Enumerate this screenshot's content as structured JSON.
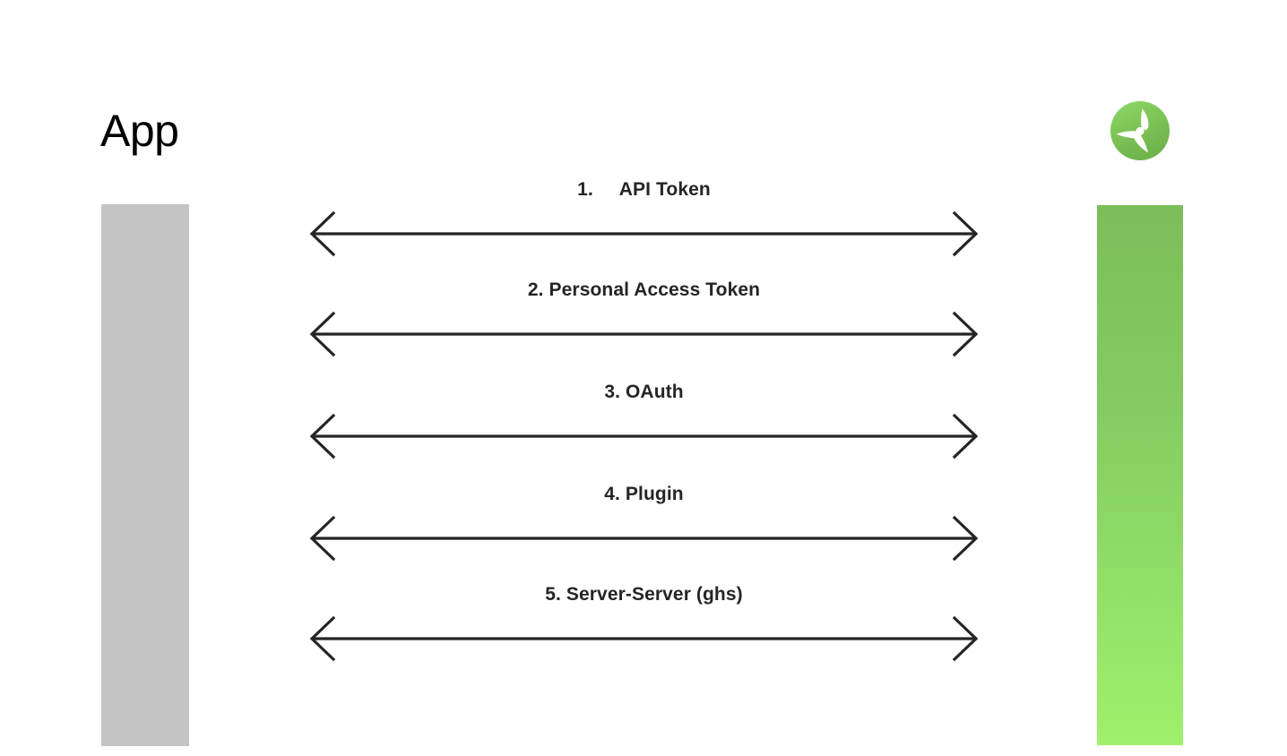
{
  "diagram": {
    "type": "sequence-diagram",
    "background_color": "#ffffff",
    "title": "App"
  },
  "actors": {
    "left": {
      "label": "App",
      "lifeline_color": "#c4c4c4",
      "icon": "gray-bar"
    },
    "right": {
      "label": "",
      "lifeline_gradient_top": "#7cbe5a",
      "lifeline_gradient_bottom": "#a0f06c",
      "icon": "propeller-logo-icon"
    }
  },
  "messages": [
    {
      "number": "1.",
      "label": "1.     API Token",
      "direction": "bidirectional"
    },
    {
      "number": "2.",
      "label": "2. Personal Access Token",
      "direction": "bidirectional"
    },
    {
      "number": "3.",
      "label": "3. OAuth",
      "direction": "bidirectional"
    },
    {
      "number": "4.",
      "label": "4. Plugin",
      "direction": "bidirectional"
    },
    {
      "number": "5.",
      "label": "5. Server-Server (ghs)",
      "direction": "bidirectional"
    }
  ],
  "colors": {
    "arrow": "#252525",
    "text": "#252525",
    "title": "#000000"
  }
}
